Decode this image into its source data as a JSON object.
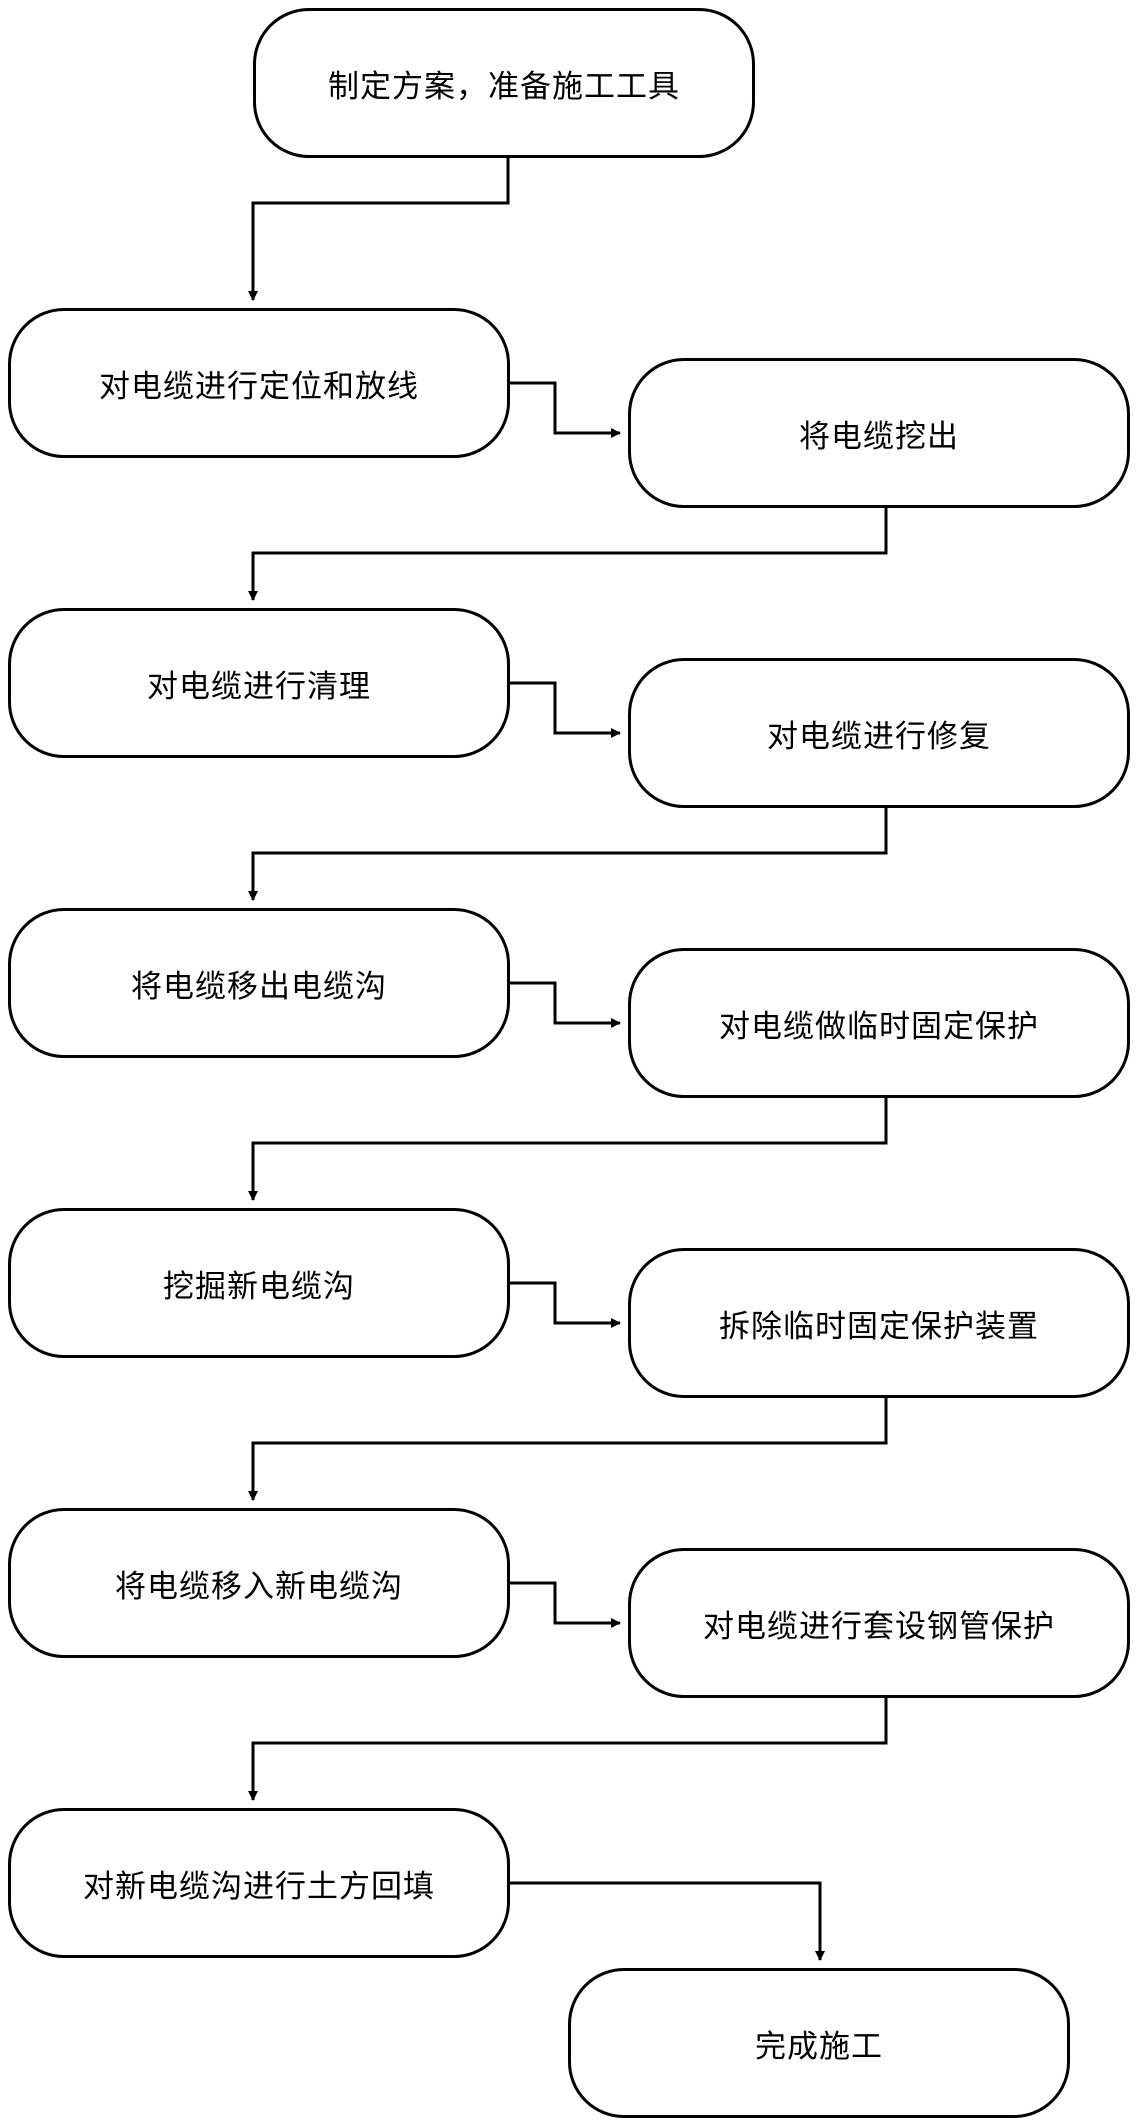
{
  "flowchart": {
    "steps": [
      "制定方案，准备施工工具",
      "对电缆进行定位和放线",
      "将电缆挖出",
      "对电缆进行清理",
      "对电缆进行修复",
      "将电缆移出电缆沟",
      "对电缆做临时固定保护",
      "挖掘新电缆沟",
      "拆除临时固定保护装置",
      "将电缆移入新电缆沟",
      "对电缆进行套设钢管保护",
      "对新电缆沟进行土方回填",
      "完成施工"
    ],
    "line_color": "#000000",
    "box_fill": "#ffffff"
  }
}
